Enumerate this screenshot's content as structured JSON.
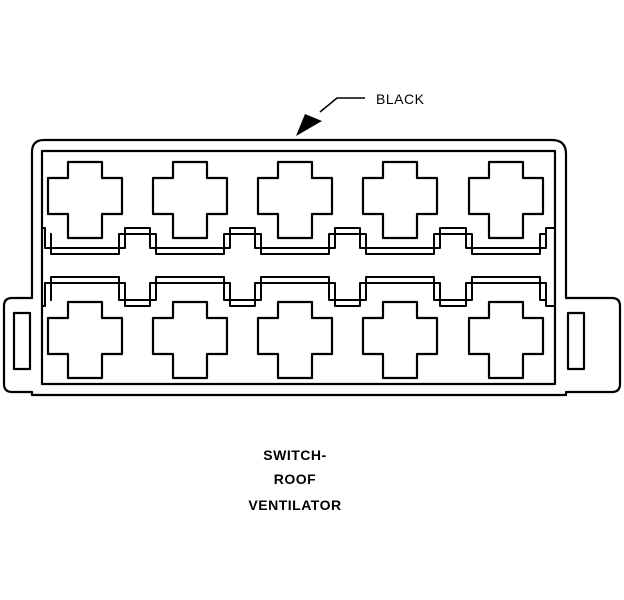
{
  "connector": {
    "color_callout": "BLACK",
    "stroke_color": "#000000",
    "cavity_rows": 2,
    "cavities_per_row": 5
  },
  "caption": {
    "line1": "SWITCH-",
    "line2": "ROOF",
    "line3": "VENTILATOR"
  }
}
